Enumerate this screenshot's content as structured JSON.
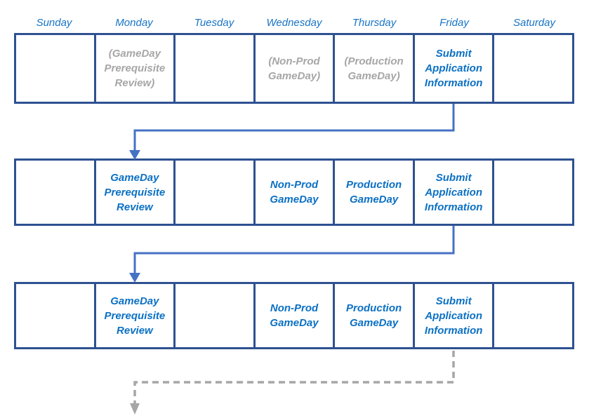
{
  "calendar": {
    "day_headers": [
      "Sunday",
      "Monday",
      "Tuesday",
      "Wednesday",
      "Thursday",
      "Friday",
      "Saturday"
    ],
    "weeks": [
      {
        "label": "week-1-tentative",
        "cells": {
          "sunday": "",
          "monday": "(GameDay Prerequisite Review)",
          "tuesday": "",
          "wednesday": "(Non-Prod GameDay)",
          "thursday": "(Production GameDay)",
          "friday": "Submit Application Information",
          "saturday": ""
        }
      },
      {
        "label": "week-2-scheduled",
        "cells": {
          "sunday": "",
          "monday": "GameDay Prerequisite Review",
          "tuesday": "",
          "wednesday": "Non-Prod GameDay",
          "thursday": "Production GameDay",
          "friday": "Submit Application Information",
          "saturday": ""
        }
      },
      {
        "label": "week-3-scheduled",
        "cells": {
          "sunday": "",
          "monday": "GameDay Prerequisite Review",
          "tuesday": "",
          "wednesday": "Non-Prod GameDay",
          "thursday": "Production GameDay",
          "friday": "Submit Application Information",
          "saturday": ""
        }
      }
    ]
  },
  "flow": {
    "arrows": [
      {
        "name": "week1-friday-to-week2-monday",
        "style": "solid"
      },
      {
        "name": "week2-friday-to-week3-monday",
        "style": "solid"
      },
      {
        "name": "week3-friday-to-next-cycle",
        "style": "dashed"
      }
    ]
  },
  "colors": {
    "table_border": "#2E5191",
    "header_text": "#1874C6",
    "accent_text": "#0B70C4",
    "muted_text": "#A6A6A6",
    "arrow_solid": "#4472C4",
    "arrow_dashed": "#A6A6A6"
  }
}
